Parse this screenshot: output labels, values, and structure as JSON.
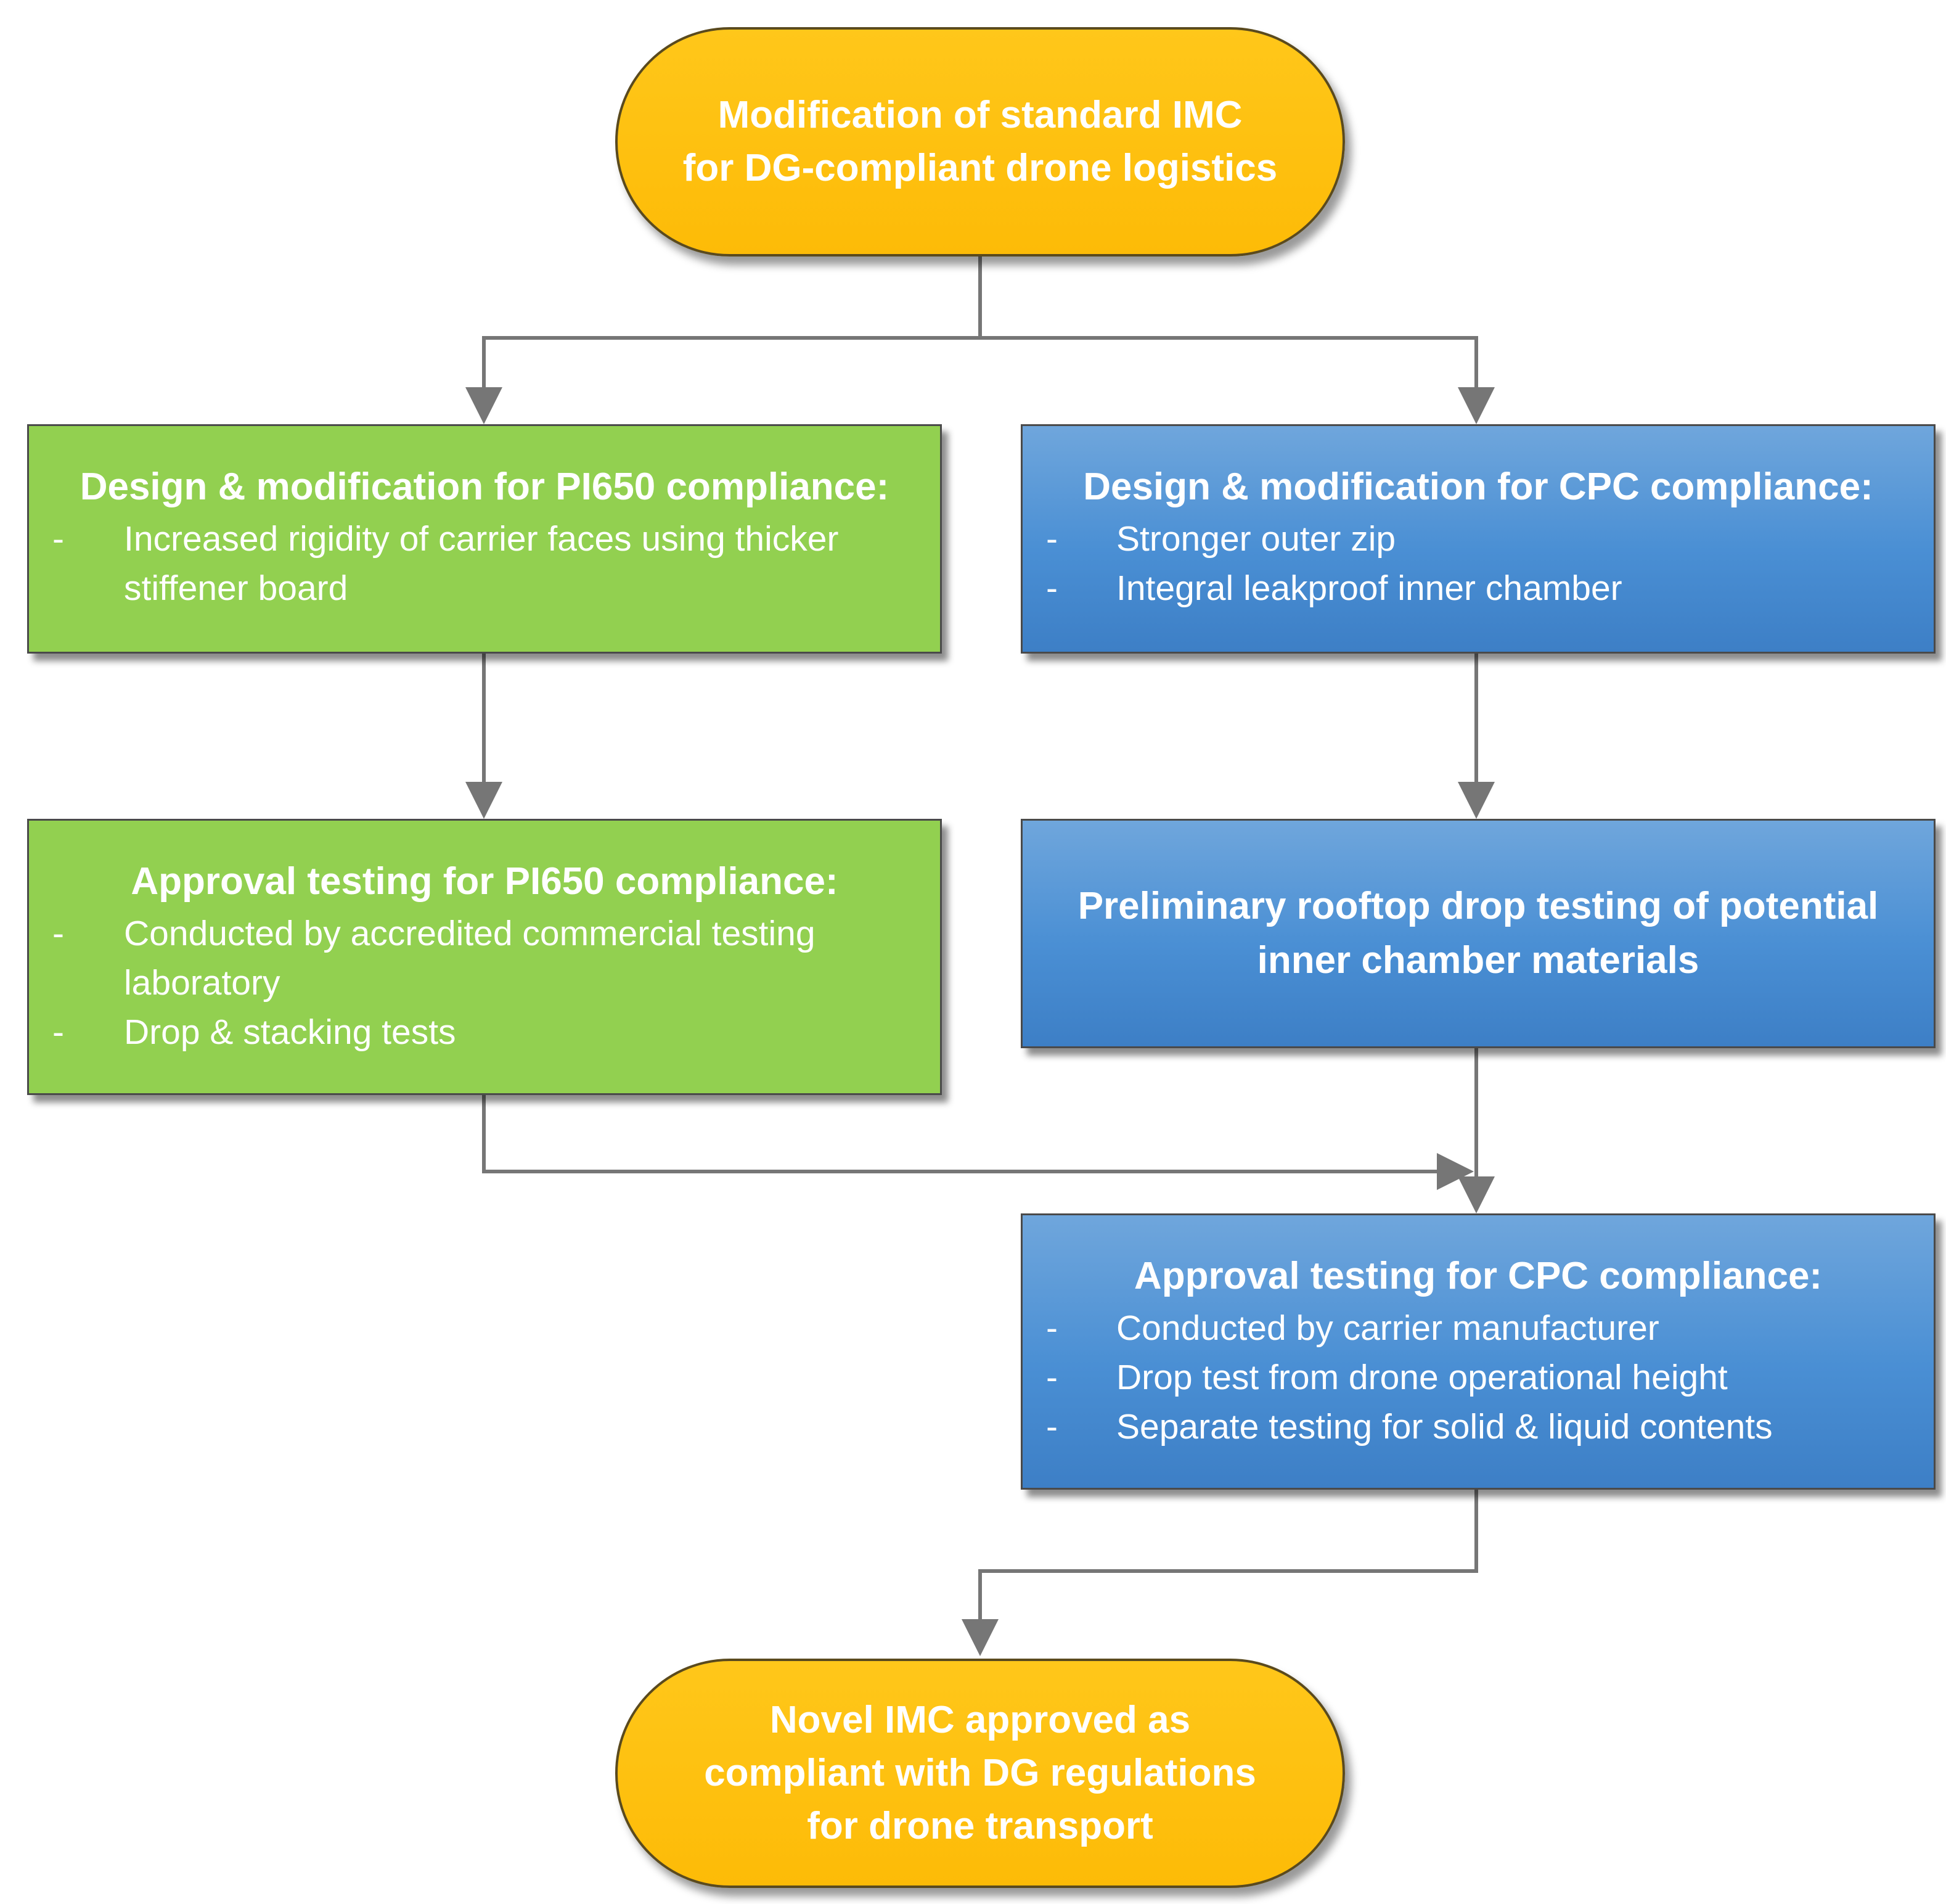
{
  "start": {
    "text": [
      "Modification of standard IMC",
      "for DG-compliant drone logistics"
    ],
    "color": "#fdbb07"
  },
  "pi650_design": {
    "title": "Design & modification for PI650 compliance:",
    "items": [
      "Increased rigidity of carrier faces using thicker stiffener board"
    ],
    "color": "#92d050"
  },
  "cpc_design": {
    "title": "Design & modification for CPC compliance:",
    "items": [
      "Stronger outer zip",
      "Integral leakproof inner chamber"
    ],
    "color": "#4a8fd4"
  },
  "pi650_testing": {
    "title": "Approval testing for PI650 compliance:",
    "items": [
      "Conducted by accredited commercial testing laboratory",
      "Drop & stacking tests"
    ],
    "color": "#92d050"
  },
  "rooftop_testing": {
    "text": [
      "Preliminary rooftop drop testing of potential",
      "inner chamber materials"
    ],
    "color": "#4a8fd4"
  },
  "cpc_testing": {
    "title": "Approval testing for CPC compliance:",
    "items": [
      "Conducted by carrier manufacturer",
      "Drop test from drone operational height",
      "Separate testing for solid & liquid contents"
    ],
    "color": "#4a8fd4"
  },
  "end": {
    "text": [
      "Novel IMC approved as",
      "compliant with DG regulations",
      "for drone transport"
    ],
    "color": "#fdbb07"
  },
  "connector_color": "#767676"
}
